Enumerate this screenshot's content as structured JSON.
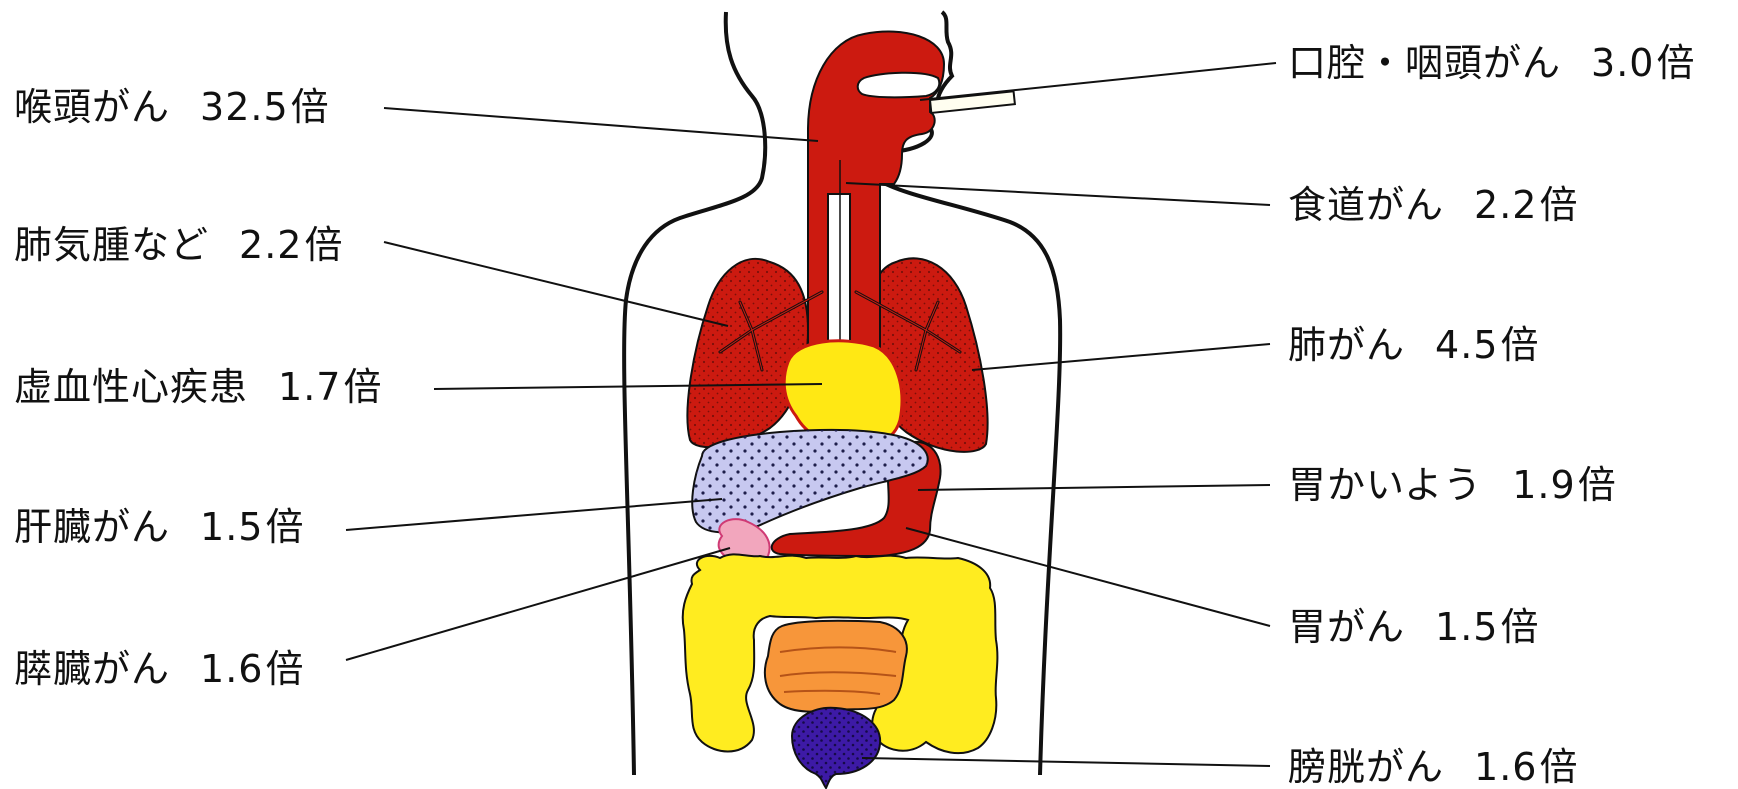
{
  "labels": {
    "larynx": {
      "name": "喉頭がん",
      "ratio": "32.5",
      "unit": "倍"
    },
    "emphysema": {
      "name": "肺気腫など",
      "ratio": "2.2",
      "unit": "倍"
    },
    "ischemic_heart": {
      "name": "虚血性心疾患",
      "ratio": "1.7",
      "unit": "倍"
    },
    "liver": {
      "name": "肝臓がん",
      "ratio": "1.5",
      "unit": "倍"
    },
    "pancreas": {
      "name": "膵臓がん",
      "ratio": "1.6",
      "unit": "倍"
    },
    "oral_pharynx": {
      "name": "口腔・咽頭がん",
      "ratio": "3.0",
      "unit": "倍"
    },
    "esophagus": {
      "name": "食道がん",
      "ratio": "2.2",
      "unit": "倍"
    },
    "lung": {
      "name": "肺がん",
      "ratio": "4.5",
      "unit": "倍"
    },
    "stomach_ulcer": {
      "name": "胃かいよう",
      "ratio": "1.9",
      "unit": "倍"
    },
    "stomach_cancer": {
      "name": "胃がん",
      "ratio": "1.5",
      "unit": "倍"
    },
    "bladder": {
      "name": "膀胱がん",
      "ratio": "1.6",
      "unit": "倍"
    }
  },
  "colors": {
    "organ_red": "#cc1a10",
    "heart_yellow": "#ffe814",
    "colon_yellow": "#ffec20",
    "liver_lavender": "#c7c8f0",
    "pancreas_pink": "#f2a6bd",
    "small_intestine_orange": "#f7963a",
    "bladder_purple": "#3d1aa6",
    "outline": "#111111"
  }
}
